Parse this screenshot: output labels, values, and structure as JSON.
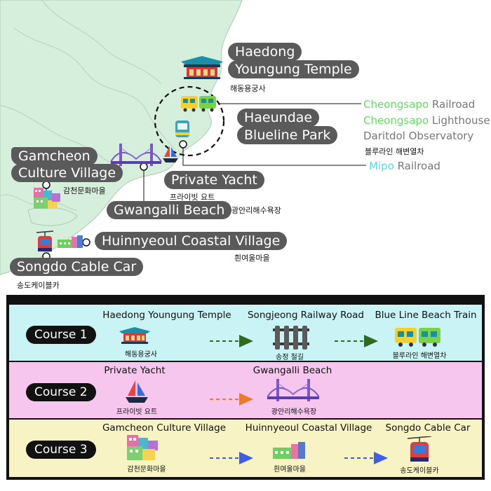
{
  "map": {
    "places": {
      "haedong": {
        "label_line1": "Haedong",
        "label_line2": "Youngung Temple",
        "korean": "해동용궁사"
      },
      "haeundae": {
        "label_line1": "Haeundae",
        "label_line2": "Blueline Park",
        "korean": "블루라인 해변열차"
      },
      "gamcheon": {
        "label_line1": "Gamcheon",
        "label_line2": "Culture Village",
        "korean": "감천문화마을"
      },
      "yacht": {
        "label": "Private Yacht",
        "korean": "프라이빗 요트"
      },
      "gwangalli": {
        "label": "Gwangalli Beach",
        "korean": "광안리해수욕장"
      },
      "huinnyeoul": {
        "label": "Huinnyeoul Coastal Village",
        "korean": "흰여울마을"
      },
      "songdo": {
        "label": "Songdo Cable Car",
        "korean": "송도케이블카"
      }
    },
    "blueline_stops": [
      {
        "name": "Cheongsapo",
        "type": "Railroad"
      },
      {
        "name": "Cheongsapo",
        "type": "Lighthouse"
      },
      {
        "name": "",
        "type": "Daritdol Observatory"
      }
    ],
    "mipo": {
      "name": "Mipo",
      "type": "Railroad"
    }
  },
  "courses": [
    {
      "label": "Course 1",
      "color": "#c9f3f5",
      "arrow_color": "#2f6b1e",
      "stops": [
        {
          "title": "Haedong Youngung Temple",
          "korean": "해동용궁사",
          "icon": "temple-icon"
        },
        {
          "title": "Songjeong Railway Road",
          "korean": "송정 철길",
          "icon": "railway-icon"
        },
        {
          "title": "Blue Line Beach Train",
          "korean": "블루라인 해변열차",
          "icon": "train-icon"
        }
      ]
    },
    {
      "label": "Course 2",
      "color": "#f6c6ef",
      "arrow_color": "#f07a25",
      "stops": [
        {
          "title": "Private Yacht",
          "korean": "프라이빗 요트",
          "icon": "yacht-icon"
        },
        {
          "title": "Gwangalli Beach",
          "korean": "광안리해수욕장",
          "icon": "bridge-icon"
        }
      ]
    },
    {
      "label": "Course 3",
      "color": "#f7f3c4",
      "arrow_color": "#3f5de8",
      "stops": [
        {
          "title": "Gamcheon Culture Village",
          "korean": "감천문화마을",
          "icon": "village-icon"
        },
        {
          "title": "Huinnyeoul Coastal Village",
          "korean": "흰여울마을",
          "icon": "coastal-house-icon"
        },
        {
          "title": "Songdo Cable Car",
          "korean": "송도케이블카",
          "icon": "cable-car-icon"
        }
      ]
    }
  ]
}
